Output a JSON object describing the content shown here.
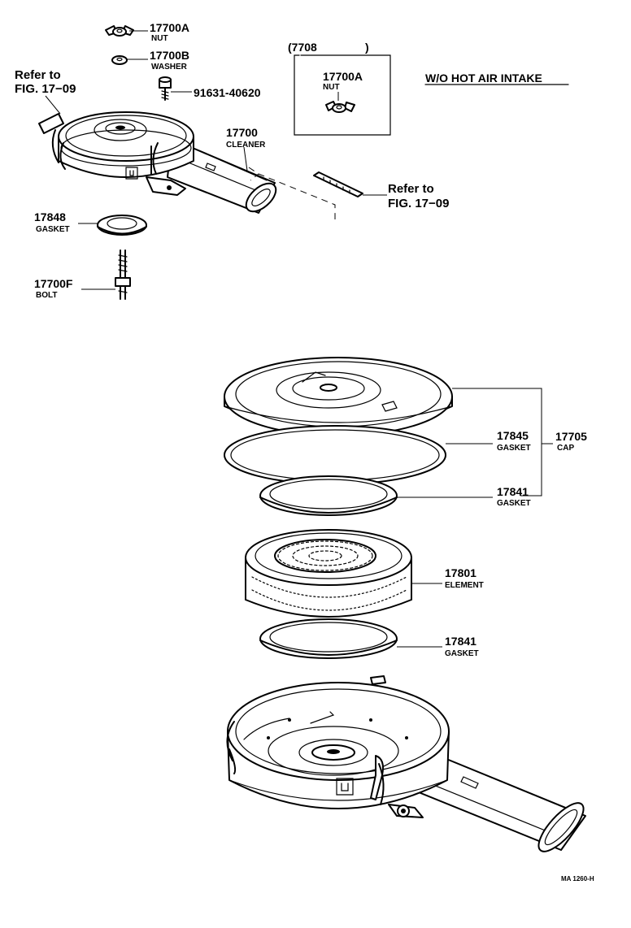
{
  "header": {
    "variant": "W/O HOT AIR INTAKE"
  },
  "box": {
    "prefix": "(7708",
    "suffix": ")",
    "part_no": "17700A",
    "name": "NUT"
  },
  "refs": {
    "ref1_line1": "Refer to",
    "ref1_line2": "FIG. 17−09",
    "ref2_line1": "Refer to",
    "ref2_line2": "FIG. 17−09"
  },
  "parts": [
    {
      "no": "17700A",
      "name": "NUT"
    },
    {
      "no": "17700B",
      "name": "WASHER"
    },
    {
      "no": "91631-40620",
      "name": ""
    },
    {
      "no": "17700",
      "name": "CLEANER"
    },
    {
      "no": "17848",
      "name": "GASKET"
    },
    {
      "no": "17700F",
      "name": "BOLT"
    },
    {
      "no": "17845",
      "name": "GASKET"
    },
    {
      "no": "17705",
      "name": "CAP"
    },
    {
      "no": "17841",
      "name": "GASKET"
    },
    {
      "no": "17801",
      "name": "ELEMENT"
    },
    {
      "no": "17841",
      "name": "GASKET"
    }
  ],
  "footer": {
    "code": "MA 1260-H"
  }
}
